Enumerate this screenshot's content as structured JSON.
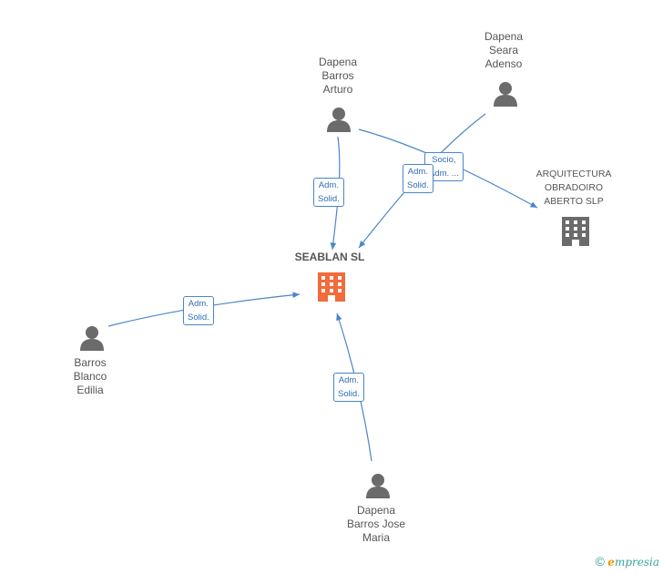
{
  "nodes": {
    "arturo": {
      "lines": [
        "Dapena",
        "Barros",
        "Arturo"
      ]
    },
    "adenso": {
      "lines": [
        "Dapena",
        "Seara",
        "Adenso"
      ]
    },
    "arquitectura": {
      "lines": [
        "ARQUITECTURA",
        "OBRADOIRO",
        "ABERTO SLP"
      ]
    },
    "seablan": {
      "lines": [
        "SEABLAN SL"
      ]
    },
    "edilia": {
      "lines": [
        "Barros",
        "Blanco",
        "Edilia"
      ]
    },
    "josemaria": {
      "lines": [
        "Dapena",
        "Barros Jose",
        "Maria"
      ]
    }
  },
  "edges": {
    "arturo_seablan": {
      "lines": [
        "Adm.",
        "Solid."
      ]
    },
    "adenso_seablan": {
      "lines": [
        "Adm.",
        "Solid."
      ]
    },
    "arturo_arquitectura": {
      "lines": [
        "Socio,",
        "Adm. ..."
      ]
    },
    "edilia_seablan": {
      "lines": [
        "Adm.",
        "Solid."
      ]
    },
    "josemaria_seablan": {
      "lines": [
        "Adm.",
        "Solid."
      ]
    }
  },
  "colors": {
    "edge": "#4a86c8",
    "person": "#6b6b6b",
    "company": "#6b6b6b",
    "main_company": "#f26b3a"
  },
  "watermark": {
    "symbol": "©",
    "brand_initial": "e",
    "brand_rest": "mpresia"
  }
}
